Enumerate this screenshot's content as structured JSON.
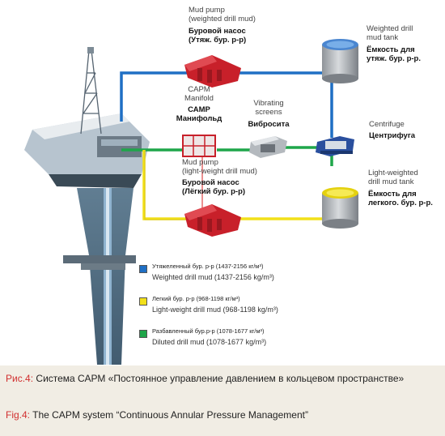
{
  "labels": {
    "mud_pump_heavy": {
      "en": "Mud pump\n(weighted drill mud)",
      "ru": "Буровой насос\n(Утяж. бур. р-р)"
    },
    "weighted_tank": {
      "en": "Weighted drill\nmud tank",
      "ru": "Ёмкость для\nутяж. бур. р-р."
    },
    "capm_manifold": {
      "en": "CAPM\nManifold",
      "ru": "САМР\nМанифольд"
    },
    "vibrating_screens": {
      "en": "Vibrating\nscreens",
      "ru": "Вибросита"
    },
    "centrifuge": {
      "en": "Centrifuge",
      "ru": "Центрифуга"
    },
    "mud_pump_light": {
      "en": "Mud pump\n(light-weight drill mud)",
      "ru": "Буровой насос\n(Лёгкий бур. р-р)"
    },
    "light_tank": {
      "en": "Light-weighted\ndrill mud tank",
      "ru": "Ёмкость для\nлегкого. бур. р-р."
    }
  },
  "legend": [
    {
      "ru": "Утяжеленный бур. р-р (1437-2156 кг/м³)",
      "en": "Weighted drill mud (1437-2156 kg/m³)",
      "color": "#1f6fc4"
    },
    {
      "ru": "Легкий бур. р-р (968-1198 кг/м³)",
      "en": "Light-weight drill mud (968-1198 kg/m³)",
      "color": "#f2e01a"
    },
    {
      "ru": "Разбавленный бур.р-р (1078-1677 кг/м³)",
      "en": "Diluted drill mud (1078-1677 kg/m³)",
      "color": "#1fa64a"
    }
  ],
  "caption": {
    "ru_prefix": "Рис.4:",
    "ru_text": " Система САРМ «Постоянное управление давлением в кольцевом пространстве»",
    "en_prefix": "Fig.4:",
    "en_text": " The CAPM system “Continuous Annular Pressure Management”"
  },
  "colors": {
    "weighted": "#1f6fc4",
    "light": "#f2e01a",
    "diluted": "#1fa64a",
    "pump": "#c8202a",
    "caption_accent": "#d12f2f"
  }
}
